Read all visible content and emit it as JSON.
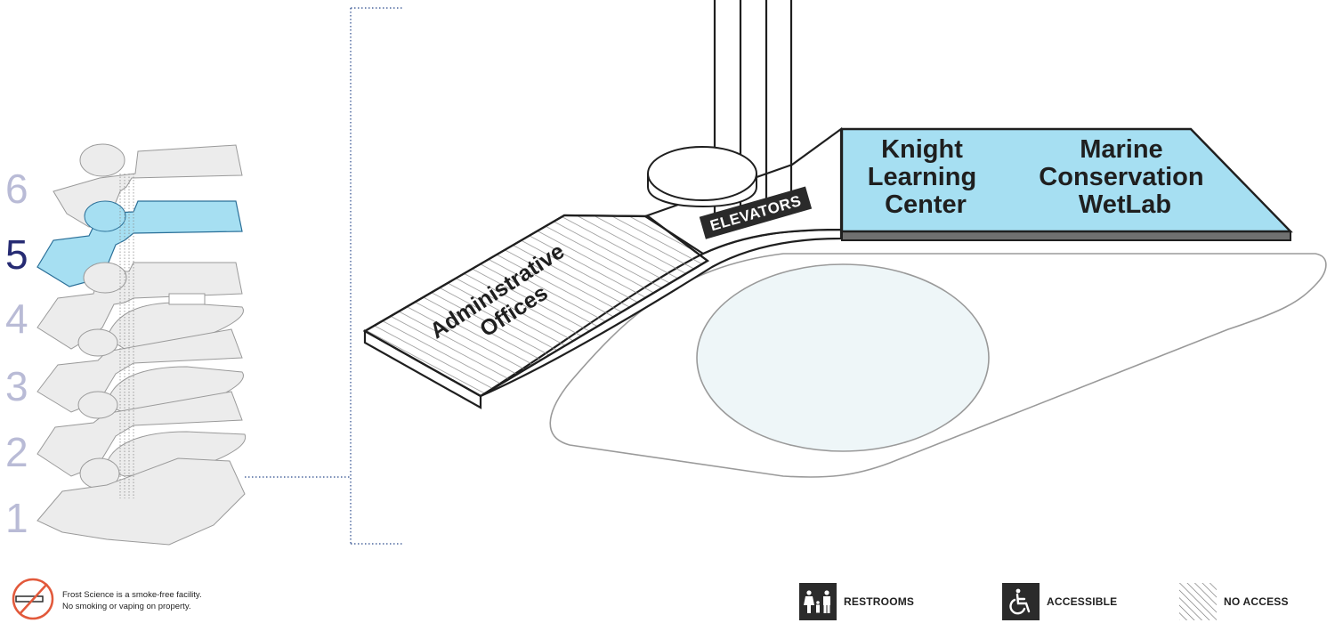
{
  "floors": {
    "items": [
      {
        "label": "6",
        "active": false
      },
      {
        "label": "5",
        "active": true
      },
      {
        "label": "4",
        "active": false
      },
      {
        "label": "3",
        "active": false
      },
      {
        "label": "2",
        "active": false
      },
      {
        "label": "1",
        "active": false
      }
    ]
  },
  "map": {
    "knight_learning_center": [
      "Knight",
      "Learning",
      "Center"
    ],
    "marine_wetlab": [
      "Marine",
      "Conservation",
      "WetLab"
    ],
    "admin_offices": [
      "Administrative",
      "Offices"
    ],
    "elevators": "ELEVATORS"
  },
  "notice": {
    "line1": "Frost Science is a smoke-free facility.",
    "line2": "No smoking or vaping on property."
  },
  "legend": {
    "restrooms": "RESTROOMS",
    "accessible": "ACCESSIBLE",
    "no_access": "NO ACCESS"
  },
  "colors": {
    "highlight": "#a6dff2",
    "active_floor": "#262b73",
    "inactive_floor": "#b9bbd6",
    "floor_plate": "#ececec",
    "no_smoking": "#e2593b"
  }
}
